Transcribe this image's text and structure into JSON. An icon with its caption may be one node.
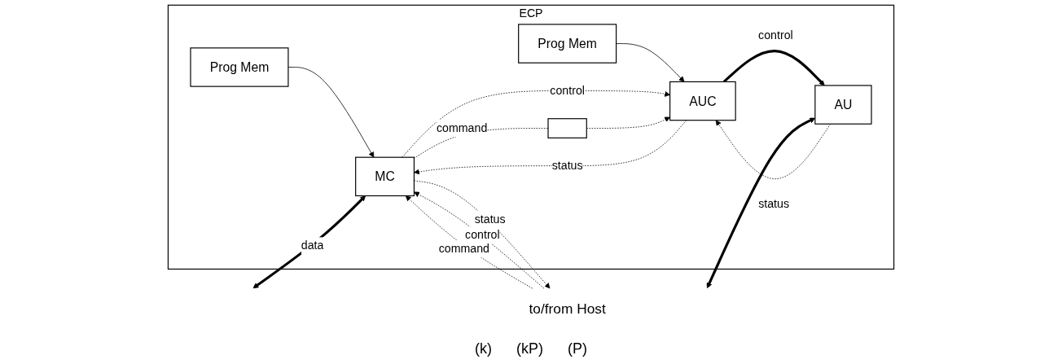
{
  "diagram": {
    "nodes": [
      {
        "text": [
          "ECP"
        ]
      },
      {
        "text": [
          "Prog Mem"
        ],
        "in": 0
      },
      {
        "text": [
          "Prog Mem"
        ],
        "in": 0
      },
      {
        "text": [
          "MC"
        ],
        "in": 0
      },
      {
        "text": [
          "AUC"
        ],
        "in": 0
      },
      {
        "text": [
          "AU"
        ],
        "in": 0
      },
      {
        "text": [
          "to/from Host"
        ]
      },
      {
        "text": [],
        "shape": "box",
        "in": 0
      }
    ],
    "edges": [
      {
        "from": 1,
        "to": 3,
        "arrow": "to"
      },
      {
        "from": 2,
        "to": 4,
        "arrow": "to"
      },
      {
        "from": 6,
        "to": 3,
        "arrow": "to",
        "label": "control",
        "style": "dashed"
      },
      {
        "from": 3,
        "to": 6,
        "arrow": "to",
        "label": "status",
        "style": "dashed"
      },
      {
        "from": 6,
        "to": 3,
        "arrow": "to",
        "label": "command",
        "style": "dashed"
      },
      {
        "from": 3,
        "to": 4,
        "arrow": "to",
        "label": "control",
        "style": "dashed"
      },
      {
        "from": 4,
        "to": 3,
        "arrow": "to",
        "label": "status",
        "style": "dashed"
      },
      {
        "from": 3,
        "to": 7,
        "arrow": "none",
        "label": "command",
        "style": "dashed"
      },
      {
        "from": 7,
        "to": 4,
        "arrow": "to",
        "style": "dashed"
      },
      {
        "from": 4,
        "to": 5,
        "arrow": "to",
        "label": "control",
        "style": "thick"
      },
      {
        "from": 5,
        "to": 4,
        "arrow": "to",
        "label": "status",
        "style": "dashed"
      },
      {
        "from": null,
        "to": 3,
        "arrow": "both",
        "label": "data",
        "style": "thick"
      },
      {
        "from": null,
        "to": 5,
        "arrow": "both",
        "style": "thick"
      }
    ],
    "labels": [
      "(k)",
      "(kP)",
      "(P)"
    ]
  }
}
